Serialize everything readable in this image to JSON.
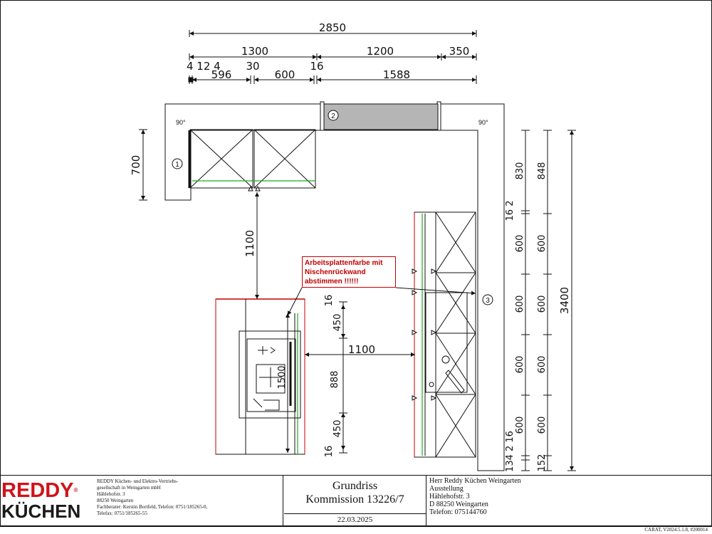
{
  "drawing": {
    "dim_top_total": "2850",
    "dim_row2": [
      "1300",
      "1200",
      "350"
    ],
    "dim_row3_small": "4 12 4",
    "dim_row3_30": "30",
    "dim_row3_16": "16",
    "dim_row4": [
      "596",
      "600",
      "1588"
    ],
    "dim_left_700": "700",
    "dim_gap_1100_vertical": "1100",
    "dim_gap_1100_horizontal": "1100",
    "dim_right_col1": [
      "830",
      "16 2",
      "600",
      "600",
      "600",
      "600",
      "134 2 16"
    ],
    "dim_right_col2": [
      "848",
      "600",
      "600",
      "600",
      "600",
      "152"
    ],
    "dim_right_total": "3400",
    "dim_island_left": [
      "16",
      "450",
      "888",
      "450",
      "16"
    ],
    "dim_island_1500": "1500",
    "angle_left": "90°",
    "angle_right": "90°",
    "markers": [
      "1",
      "2",
      "3"
    ],
    "note_text": "Arbeitsplattenfarbe mit Nischenrückwand abstimmen !!!!!!"
  },
  "title_block": {
    "logo_top": "REDDY",
    "logo_reg": "®",
    "logo_bottom": "KÜCHEN",
    "company_lines": [
      "REDDY Küchen- und Elektro-Vertriebs-",
      "gesellschaft in Weingarten mbH",
      "Hählehofstr. 3",
      "88250 Weingarten",
      "Fachberater: Kerstin Bortfeld, Telefon: 0751/185265-0,",
      "Telefax: 0751/185265-55"
    ],
    "title": "Grundriss",
    "commission": "Kommission 13226/7",
    "date": "22.03.2025",
    "customer_lines": [
      "Herr Reddy Küchen Weingarten",
      "Ausstellung",
      "Hählehofstr. 3",
      "D 88250 Weingarten",
      "Telefon: 075144760"
    ],
    "version": "CARAT, V2024.5.1.8, #200014"
  },
  "colors": {
    "line": "#111111",
    "appliance_fill": "#b5b5b5",
    "green_front": "#1faa1f",
    "red_line": "#c00000",
    "logo_red": "#d0121a"
  }
}
